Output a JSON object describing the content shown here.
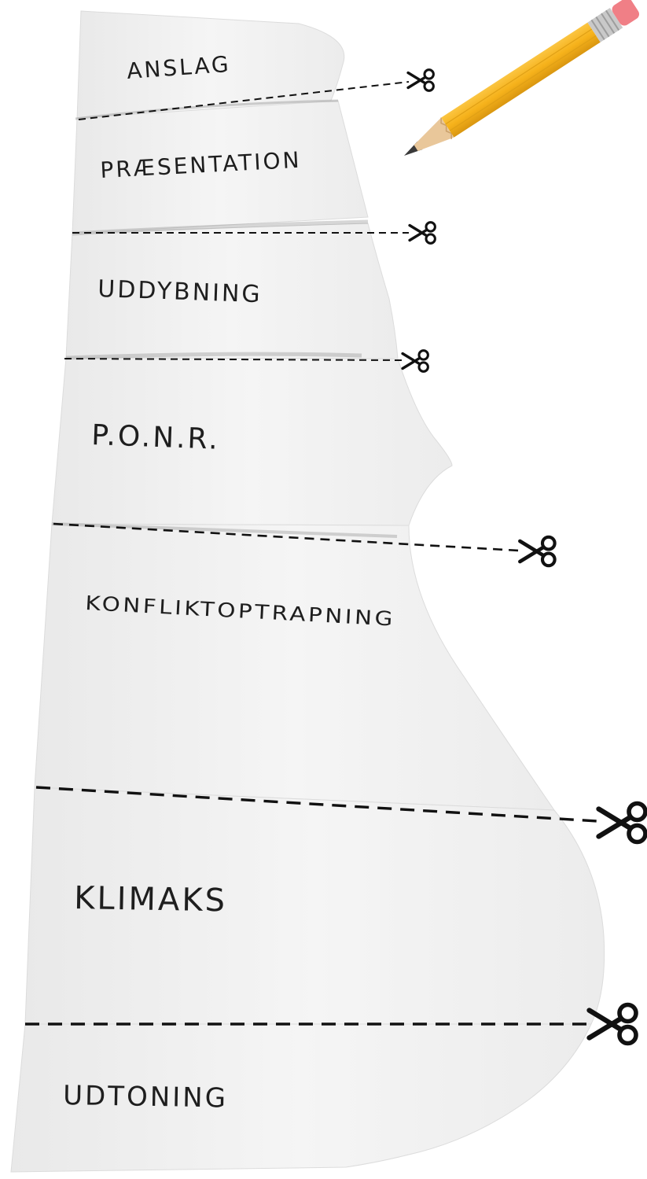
{
  "colors": {
    "paper": "#f2f2f2",
    "paper_shade": "#e6e6e6",
    "ink": "#1e1e1e",
    "cut_line": "#111111",
    "pencil_body": "#f6b21b",
    "pencil_eraser": "#f07f86",
    "pencil_ferrule": "#c9c9c9",
    "pencil_wood": "#e9c79a",
    "pencil_lead": "#3a3a3a"
  },
  "icons": {
    "cut_marker": "scissors-icon",
    "tool": "pencil-icon"
  },
  "sections": [
    {
      "label": "ANSLAG"
    },
    {
      "label": "PRÆSENTATION"
    },
    {
      "label": "UDDYBNING"
    },
    {
      "label": "P.O.N.R."
    },
    {
      "label": "KONFLIKTOPTRAPNING"
    },
    {
      "label": "KLIMAKS"
    },
    {
      "label": "UDTONING"
    }
  ]
}
